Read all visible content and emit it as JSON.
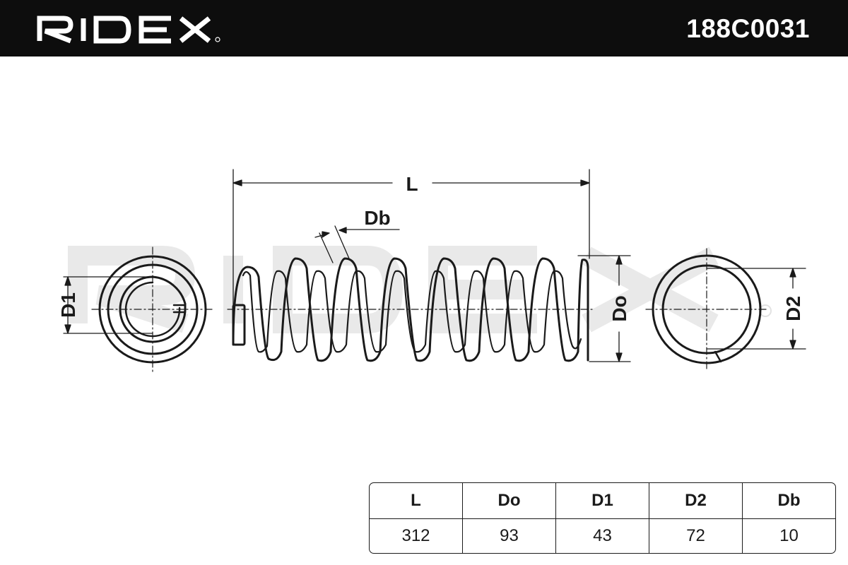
{
  "header": {
    "brand": "RIDEX",
    "part_number": "188C0031"
  },
  "drawing": {
    "labels": {
      "length": "L",
      "wire_diameter": "Db",
      "outer_diameter": "Do",
      "inner_diameter_1": "D1",
      "inner_diameter_2": "D2"
    }
  },
  "specs": {
    "headers": [
      "L",
      "Do",
      "D1",
      "D2",
      "Db"
    ],
    "values": [
      "312",
      "93",
      "43",
      "72",
      "10"
    ]
  },
  "colors": {
    "header_bg": "#0d0d0d",
    "line": "#1a1a1a",
    "watermark": "#e9e9e9"
  }
}
